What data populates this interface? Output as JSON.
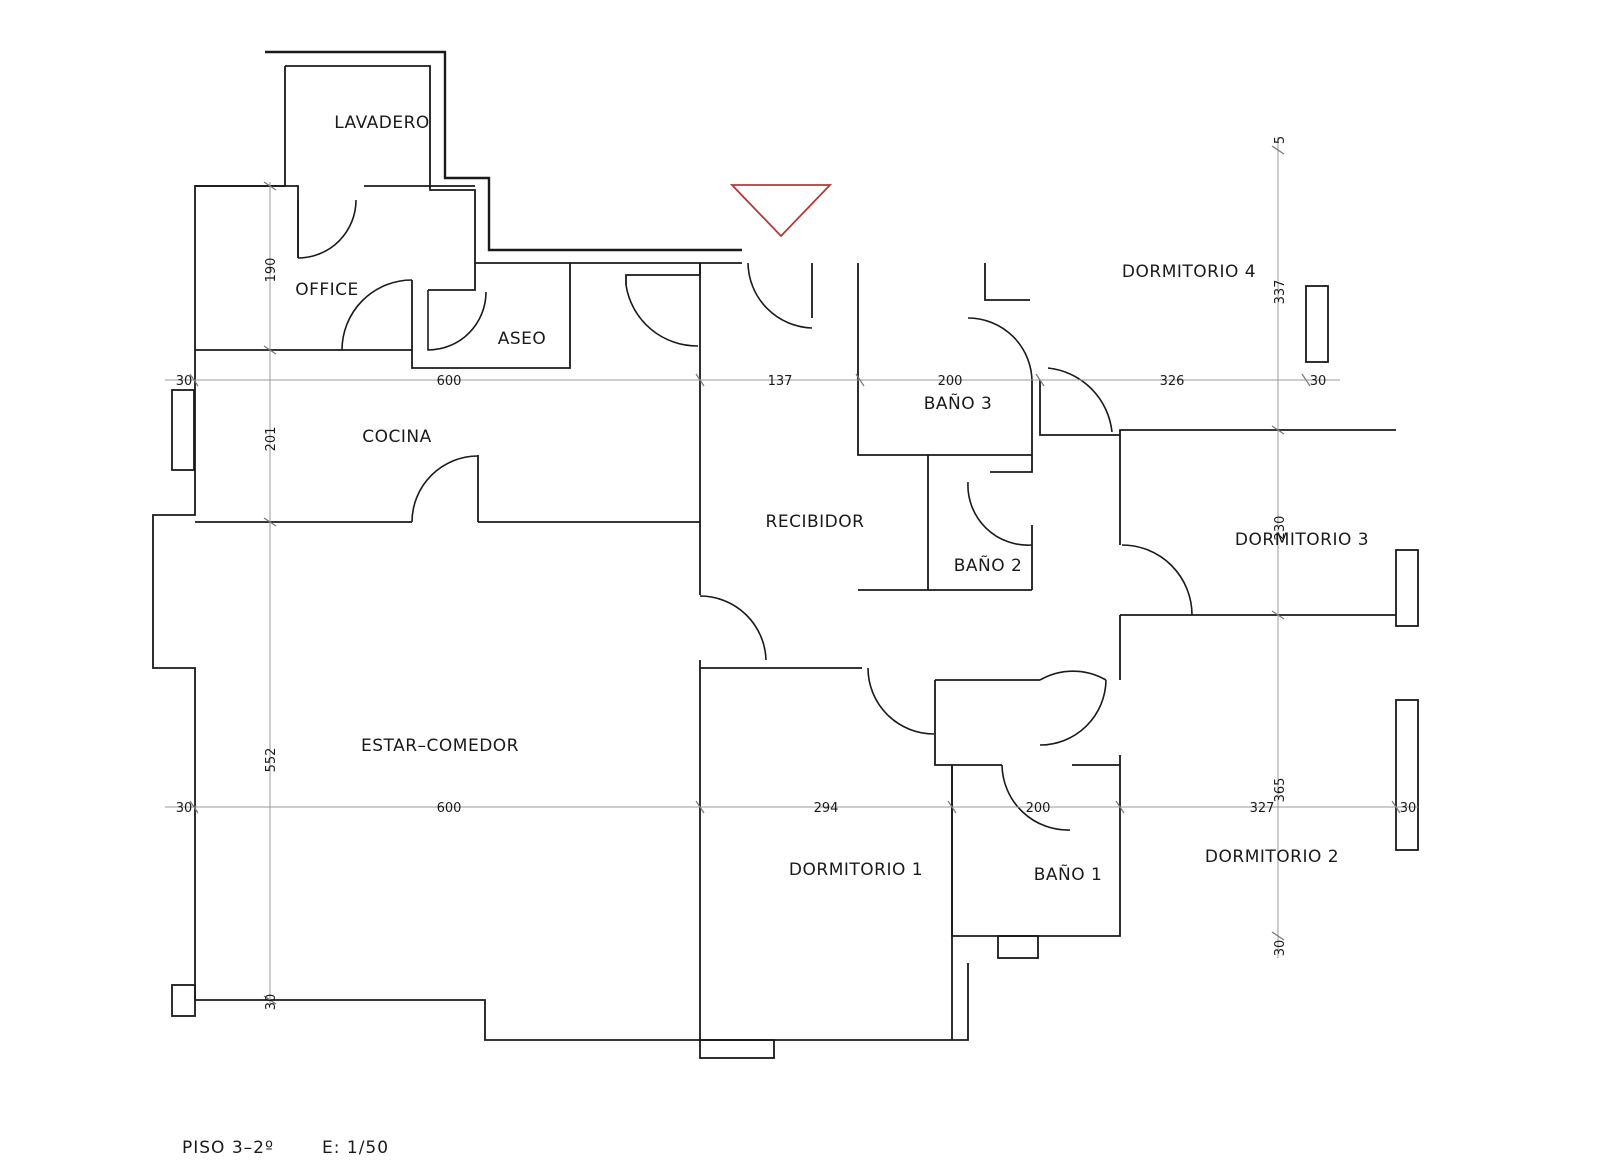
{
  "rooms": {
    "lavadero": "LAVADERO",
    "office": "OFFICE",
    "aseo": "ASEO",
    "cocina": "COCINA",
    "recibidor": "RECIBIDOR",
    "bano3": "BAÑO 3",
    "bano2": "BAÑO 2",
    "bano1": "BAÑO 1",
    "dormitorio4": "DORMITORIO 4",
    "dormitorio3": "DORMITORIO 3",
    "dormitorio2": "DORMITORIO 2",
    "dormitorio1": "DORMITORIO 1",
    "estar_comedor": "ESTAR–COMEDOR"
  },
  "dimensions": {
    "top_row": [
      "30",
      "600",
      "137",
      "200",
      "326",
      "30"
    ],
    "bottom_row": [
      "30",
      "600",
      "294",
      "200",
      "327",
      "30"
    ],
    "left_column": [
      "190",
      "201",
      "552",
      "30"
    ],
    "right_column": [
      "5",
      "337",
      "230",
      "365",
      "30"
    ]
  },
  "footer": {
    "floor": "PISO 3–2º",
    "scale": "E: 1/50"
  },
  "colors": {
    "lines": "#1a1a1a",
    "entrance_marker": "#b23a3a"
  }
}
